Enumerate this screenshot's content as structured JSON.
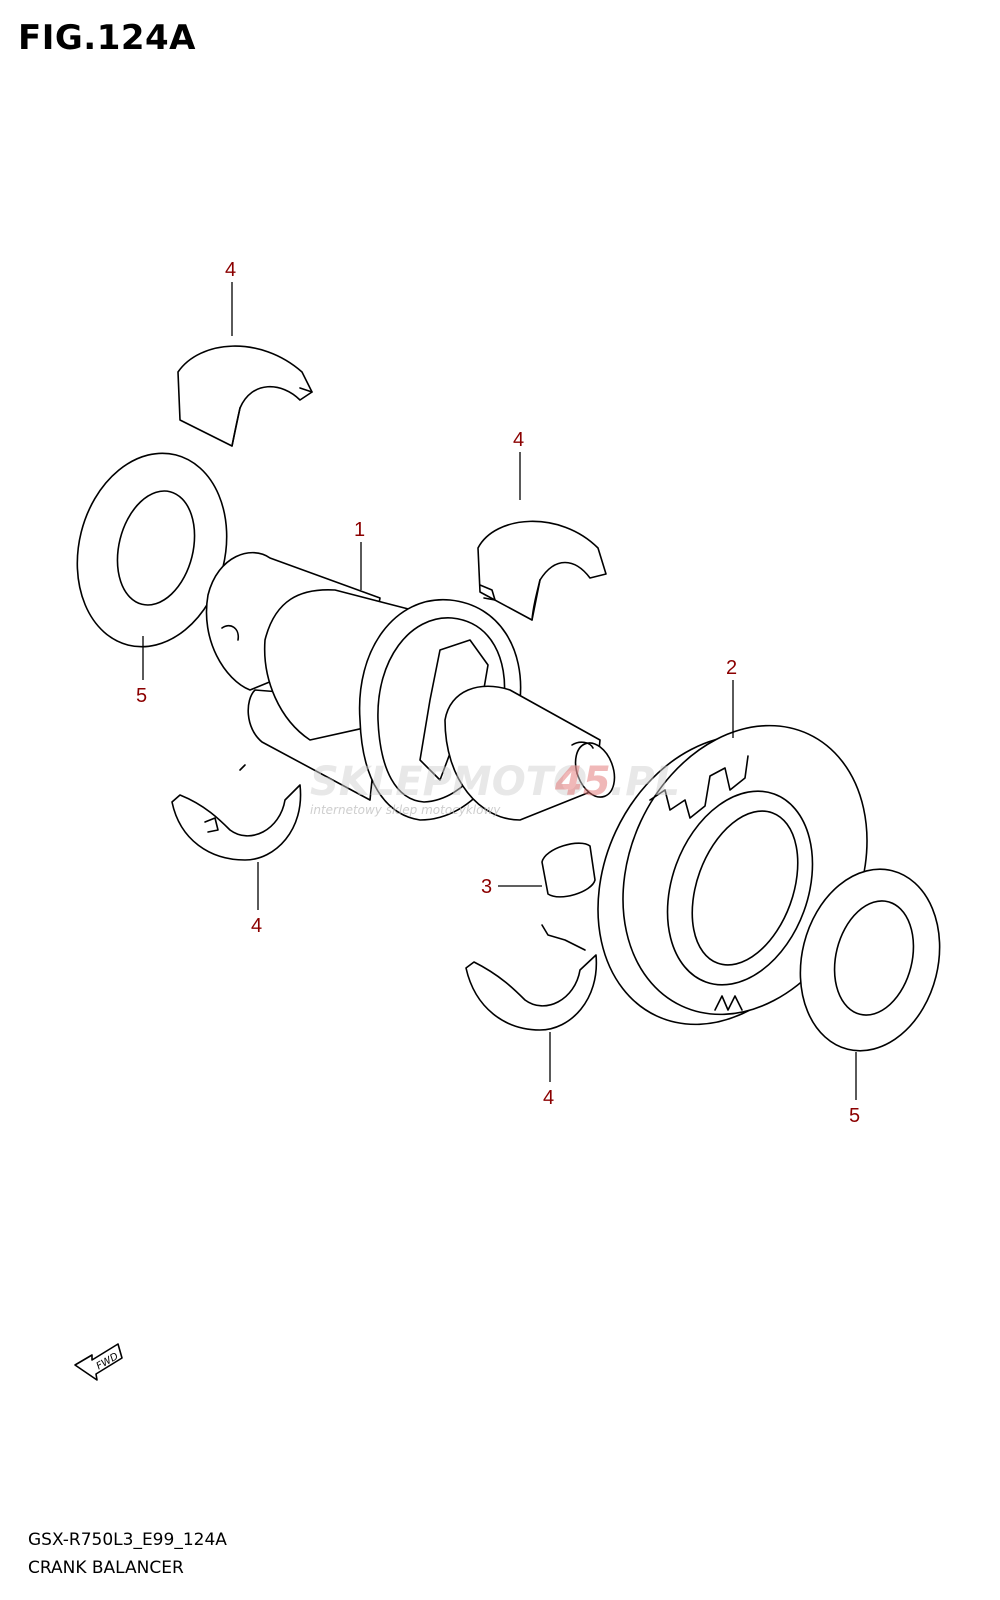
{
  "figure": {
    "title": "FIG.124A",
    "model_code": "GSX-R750L3_E99_124A",
    "name": "CRANK BALANCER"
  },
  "callouts": [
    {
      "id": "callout-4-top",
      "label": "4"
    },
    {
      "id": "callout-4-right",
      "label": "4"
    },
    {
      "id": "callout-1",
      "label": "1"
    },
    {
      "id": "callout-5-left",
      "label": "5"
    },
    {
      "id": "callout-2",
      "label": "2"
    },
    {
      "id": "callout-3",
      "label": "3"
    },
    {
      "id": "callout-4-lower-left",
      "label": "4"
    },
    {
      "id": "callout-4-bottom",
      "label": "4"
    },
    {
      "id": "callout-5-right",
      "label": "5"
    }
  ],
  "direction_marker": "FWD",
  "watermark": {
    "brand": "SKLEPMOTO",
    "brand_accent": "45",
    "tld": ".PL",
    "tagline": "internetowy sklep motocyklowy"
  },
  "colors": {
    "callout_label": "#8b0000",
    "line": "#000000",
    "background": "#ffffff"
  }
}
